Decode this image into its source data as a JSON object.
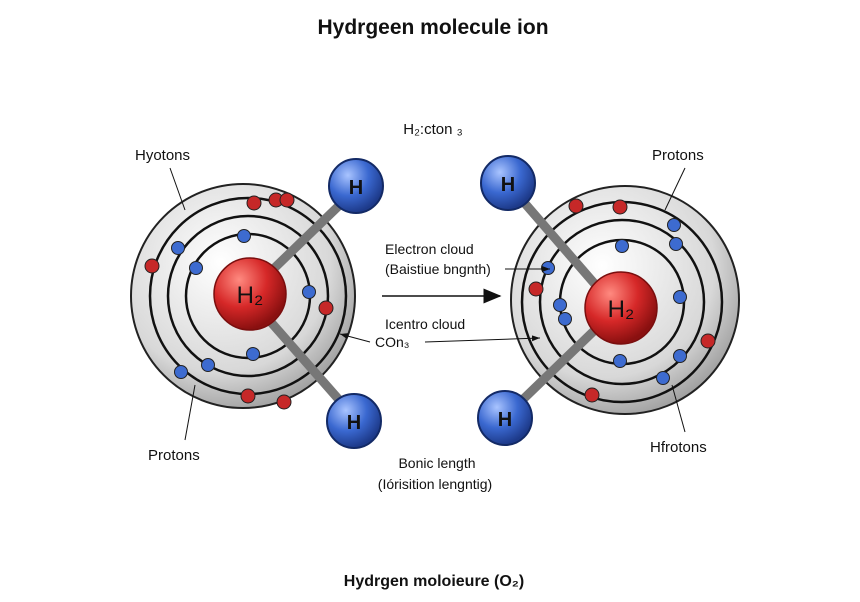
{
  "title": "Hydrgeen molecule ion",
  "top_label": "H₂:cton ₃",
  "labels": {
    "left_top": "Hyotons",
    "left_bottom": "Protons",
    "right_top": "Protons",
    "right_bottom": "Hfrotons",
    "electron_cloud": "Electron cloud",
    "electron_cloud_sub": "(Baistiue bngnth)",
    "icentro_cloud": "Icentro cloud",
    "con3": "COn₃",
    "bonic_length": "Bonic length",
    "bonic_length_sub": "(Iórisition lengntig)"
  },
  "nucleus_label": "H₂",
  "atom_label": "H",
  "caption": "Hydrgen moloieure (O₂)",
  "colors": {
    "nucleus": "#d62828",
    "hydrogen": "#2f5fc4",
    "electron_red": "#c62828",
    "electron_blue": "#3d6bd0",
    "shell": "#222222"
  }
}
